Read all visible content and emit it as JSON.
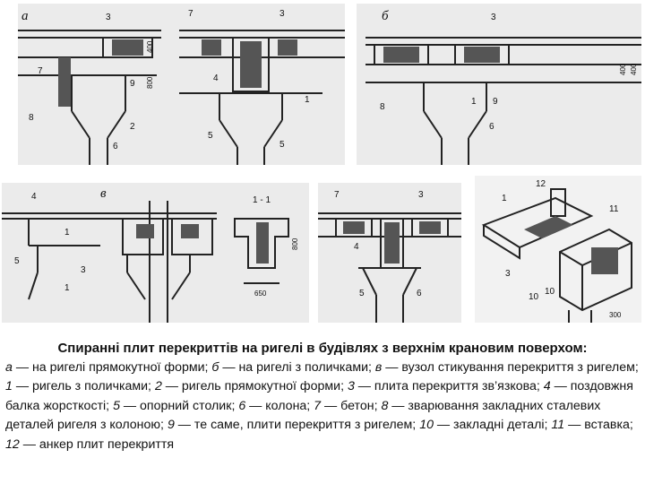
{
  "figure": {
    "panel_labels": {
      "a": "а",
      "b": "б",
      "v": "в"
    },
    "section_label": "1 - 1",
    "numbers_a": [
      "3",
      "7",
      "9",
      "2",
      "6",
      "8",
      "7",
      "3",
      "4",
      "5",
      "5",
      "1"
    ],
    "dims_a": [
      "400",
      "800"
    ],
    "numbers_b": [
      "3",
      "8",
      "1",
      "9",
      "6"
    ],
    "dims_b": [
      "400",
      "400"
    ],
    "numbers_c": [
      "4",
      "1",
      "5",
      "3",
      "1"
    ],
    "dims_c": [
      "650",
      "800"
    ],
    "numbers_d": [
      "7",
      "3",
      "4",
      "5",
      "6"
    ],
    "numbers_e": [
      "12",
      "1",
      "11",
      "3",
      "10",
      "10"
    ],
    "dims_e": [
      "300"
    ]
  },
  "caption": {
    "title": "Спиранні плит перекриттів на ригелі в будівлях з верхнім крановим поверхом:",
    "items": [
      {
        "key": "а",
        "text": " — на ригелі прямокутної форми; "
      },
      {
        "key": "б",
        "text": " — на ригелі з поличками; "
      },
      {
        "key": "в",
        "text": " — вузол стикування перекриття з ригелем; "
      },
      {
        "key": "1",
        "text": " — ригель з поличками; "
      },
      {
        "key": "2",
        "text": " — ригель прямокутної форми; "
      },
      {
        "key": "3",
        "text": " — плита перекриття зв’язкова; "
      },
      {
        "key": "4",
        "text": " — поздовжня балка жорсткості; "
      },
      {
        "key": "5",
        "text": " — опорний столик; "
      },
      {
        "key": "6",
        "text": " — колона; "
      },
      {
        "key": "7",
        "text": " — бетон; "
      },
      {
        "key": "8",
        "text": " — зварювання закладних сталевих деталей ригеля з колоною; "
      },
      {
        "key": "9",
        "text": " — те саме, плити перекриття з ригелем; "
      },
      {
        "key": "10",
        "text": " — закладні деталі; "
      },
      {
        "key": "11",
        "text": " — вставка; "
      },
      {
        "key": "12",
        "text": " — анкер плит перекриття"
      }
    ]
  }
}
